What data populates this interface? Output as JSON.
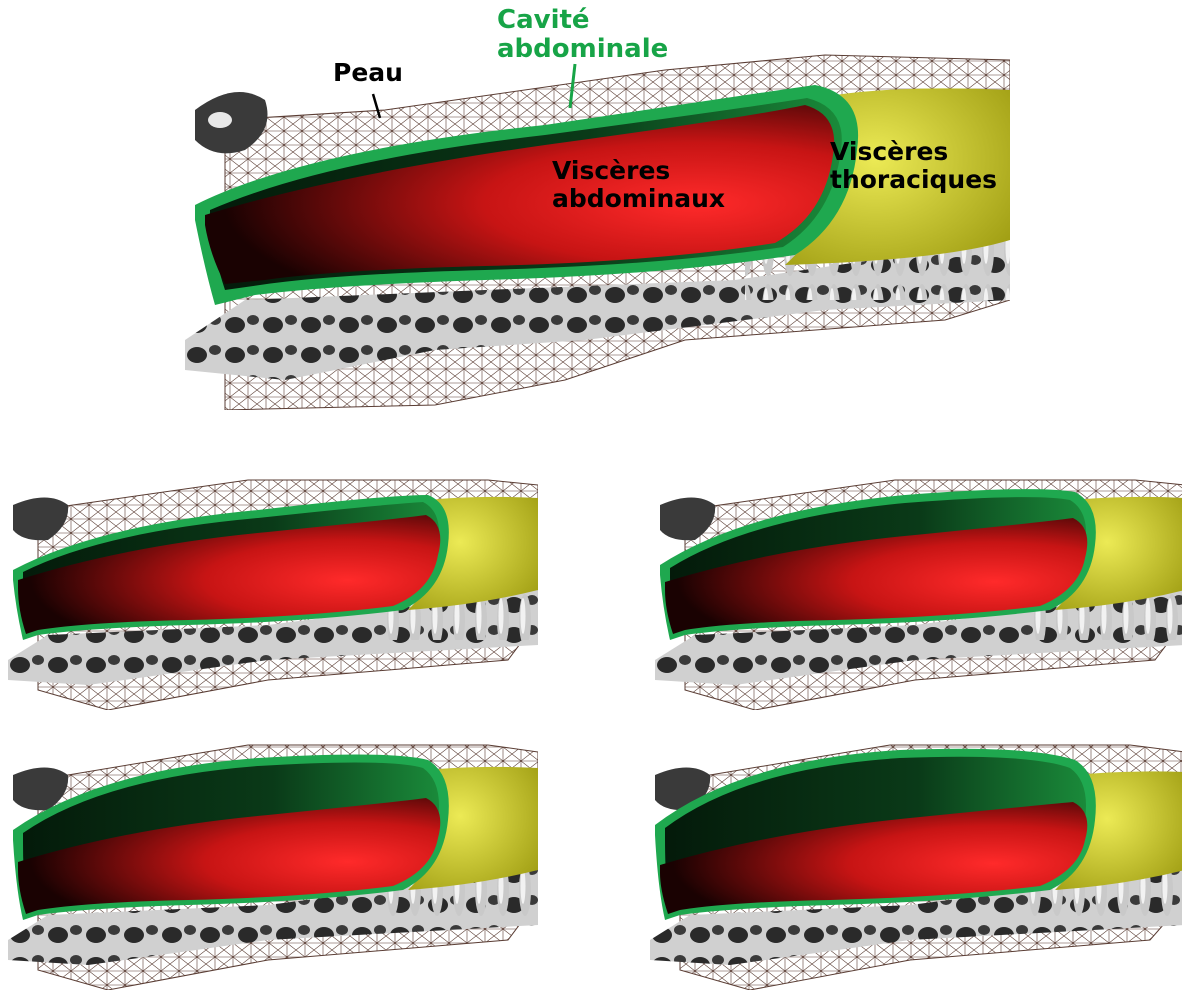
{
  "labels": {
    "peau": "Peau",
    "cavite_line1": "Cavité",
    "cavite_line2": "abdominale",
    "visceres_abd_line1": "Viscères",
    "visceres_abd_line2": "abdominaux",
    "visceres_tho_line1": "Viscères",
    "visceres_tho_line2": "thoraciques"
  },
  "colors": {
    "skin_mesh": "#5a3d34",
    "abdominal_cavity": "#1fa84f",
    "abdominal_viscera": "#e21a1a",
    "thoracic_viscera": "#d6d21a",
    "bone": "#b8b8b8",
    "cavity_label": "#17a447",
    "text": "#000000"
  },
  "panels": [
    {
      "id": "main",
      "labelled": true
    },
    {
      "id": "top-left",
      "labelled": false
    },
    {
      "id": "top-right",
      "labelled": false
    },
    {
      "id": "bottom-left",
      "labelled": false
    },
    {
      "id": "bottom-right",
      "labelled": false
    }
  ]
}
